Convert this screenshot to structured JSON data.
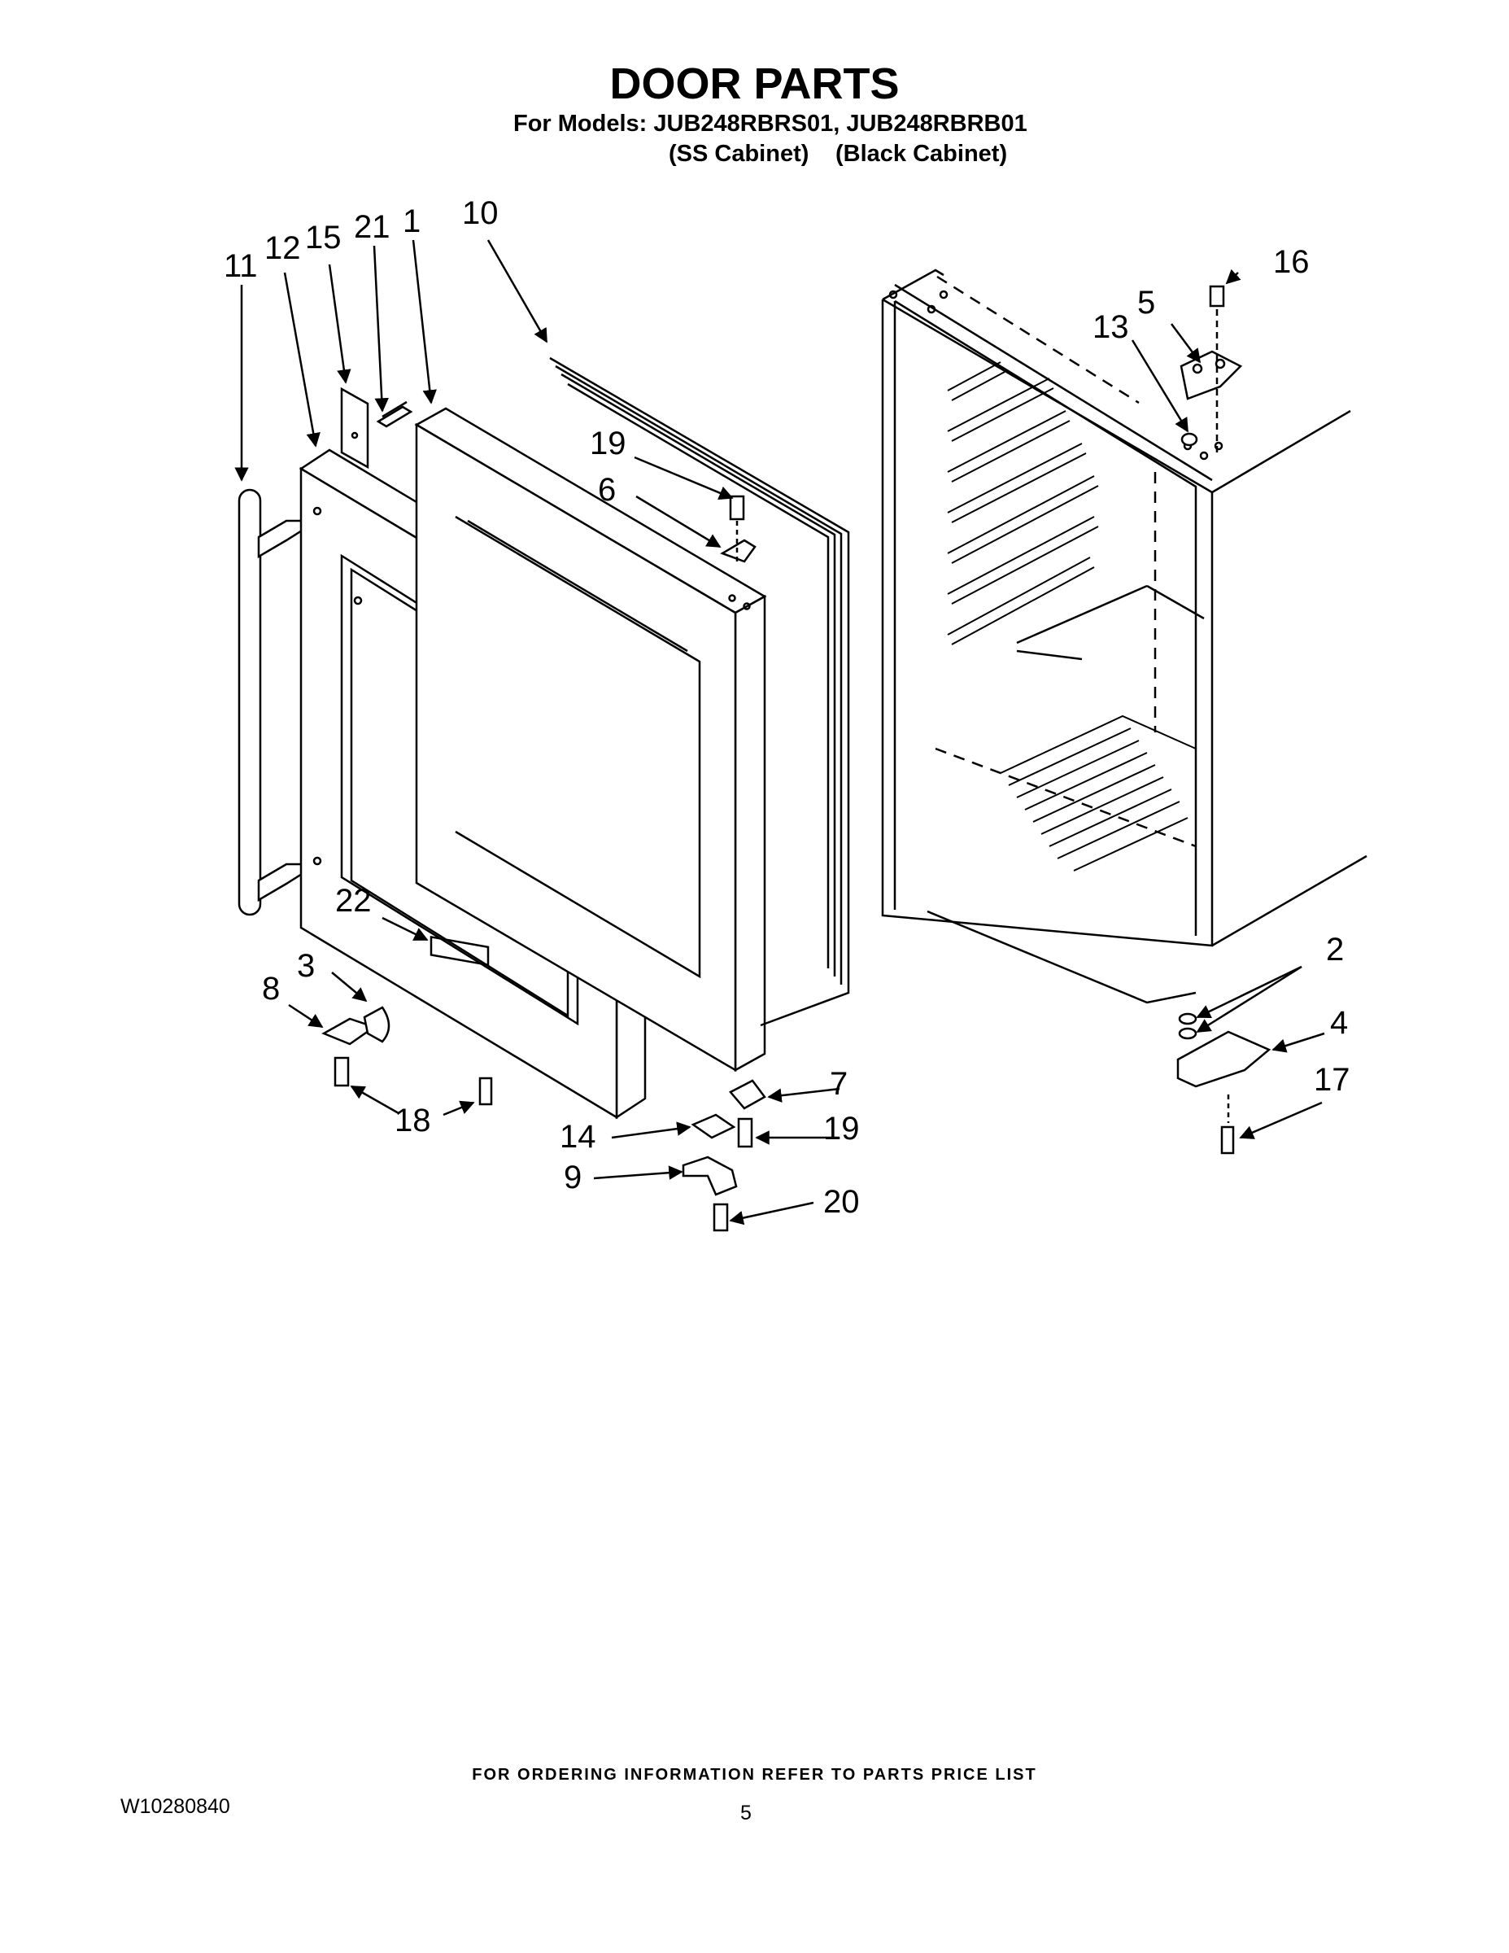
{
  "header": {
    "title": "DOOR PARTS",
    "models_line": "For Models: JUB248RBRS01, JUB248RBRB01",
    "variant_ss": "(SS Cabinet)",
    "variant_black": "(Black Cabinet)"
  },
  "callouts": {
    "c1": "1",
    "c2": "2",
    "c3": "3",
    "c4": "4",
    "c5": "5",
    "c6": "6",
    "c7": "7",
    "c8": "8",
    "c9": "9",
    "c10": "10",
    "c11": "11",
    "c12": "12",
    "c13": "13",
    "c14": "14",
    "c15": "15",
    "c16": "16",
    "c17": "17",
    "c18": "18",
    "c19a": "19",
    "c19b": "19",
    "c20": "20",
    "c21": "21",
    "c22": "22"
  },
  "footer": {
    "ordering_note": "FOR ORDERING INFORMATION REFER TO PARTS PRICE LIST",
    "document_number": "W10280840",
    "page_number": "5"
  }
}
